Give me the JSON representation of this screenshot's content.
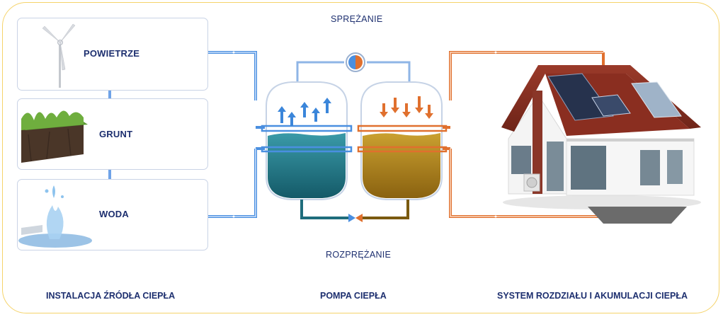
{
  "diagram": {
    "top_label": "SPRĘŻANIE",
    "bottom_label": "ROZPRĘŻANIE",
    "sources": [
      {
        "label": "POWIETRZE",
        "icon": "wind-turbine-icon"
      },
      {
        "label": "GRUNT",
        "icon": "grass-soil-icon"
      },
      {
        "label": "WODA",
        "icon": "water-splash-icon"
      }
    ],
    "footer": {
      "left": "INSTALACJA ŹRÓDŁA CIEPŁA",
      "center": "POMPA CIEPŁA",
      "right": "SYSTEM ROZDZIAŁU I AKUMULACJI CIEPŁA"
    },
    "colors": {
      "cold": "#4a8fe0",
      "hot": "#e0702e",
      "cold_liquid": "#1f6d7c",
      "hot_liquid": "#b78616",
      "text": "#1d2f6f",
      "frame": "#f5d36a"
    }
  }
}
